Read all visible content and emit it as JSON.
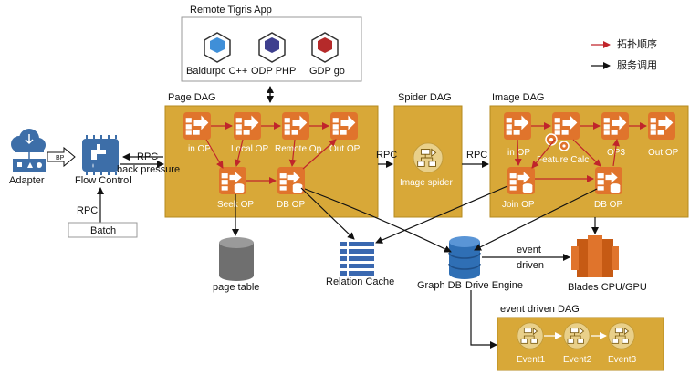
{
  "colors": {
    "dag_fill": "#d8a838",
    "dag_border": "#b58a1e",
    "op_orange": "#e0742c",
    "op_dark": "#c65a14",
    "db_blue": "#2f6fb5",
    "relation_blue": "#3a68b0",
    "adapter_blue": "#3d6ea8",
    "red_arrow": "#c0252b",
    "black": "#111111"
  },
  "remote_app": {
    "title": "Remote Tigris App",
    "items": [
      {
        "label": "Baidurpc C++",
        "icon": "cube-blue-icon",
        "color": "#3f8fd8"
      },
      {
        "label": "ODP PHP",
        "icon": "cube-indigo-icon",
        "color": "#3e3f8e"
      },
      {
        "label": "GDP go",
        "icon": "cube-red-icon",
        "color": "#b52a2a"
      }
    ]
  },
  "legend": {
    "topo_order": "拓扑顺序",
    "service_call": "服务调用"
  },
  "page_dag": {
    "title": "Page DAG",
    "in_op": "in OP",
    "local_op": "Local OP",
    "remote_op": "Remote Op",
    "out_op": "Out OP",
    "seek_op": "Seek OP",
    "db_op": "DB OP"
  },
  "spider_dag": {
    "title": "Spider DAG",
    "node": "Image spider"
  },
  "image_dag": {
    "title": "Image DAG",
    "in_op": "in OP",
    "feature_calc": "Feature Calc",
    "op3": "OP3",
    "out_op": "Out OP",
    "join_op": "Join OP",
    "db_op": "DB OP"
  },
  "event_dag": {
    "title": "event driven DAG",
    "events": [
      "Event1",
      "Event2",
      "Event3"
    ]
  },
  "left": {
    "adapter": "Adapter",
    "bp": "BP",
    "flow_control": "Flow Control",
    "rpc": "RPC",
    "batch": "Batch",
    "rpc_out": "RPC",
    "back_pressure": "back pressure"
  },
  "edges": {
    "rpc_page_spider": "RPC",
    "rpc_spider_image": "RPC",
    "event_driven_1": "event",
    "event_driven_2": "driven"
  },
  "bottom": {
    "page_table": "page table",
    "relation_cache": "Relation Cache",
    "graph_db": "Graph DB",
    "drive_engine": "Drive Engine",
    "blades": "Blades CPU/GPU"
  }
}
